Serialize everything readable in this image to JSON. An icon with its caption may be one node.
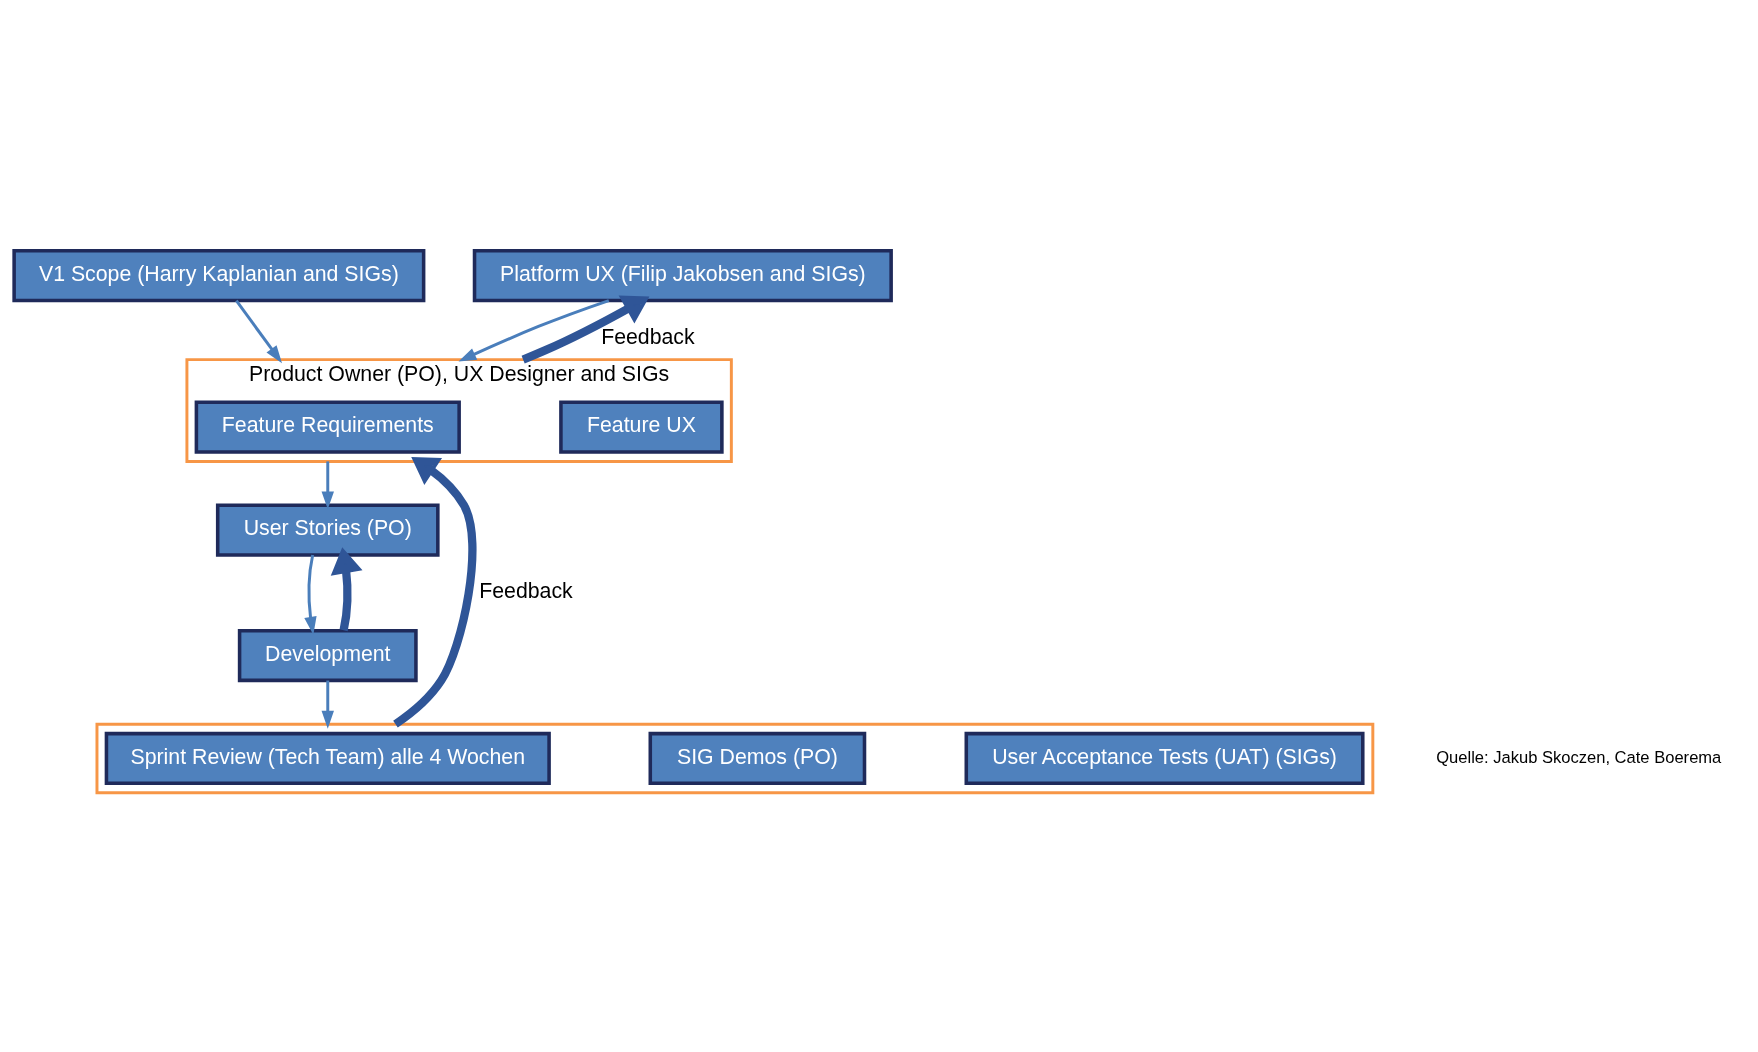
{
  "diagram": {
    "nodes": [
      {
        "text": [
          "V1 Scope (Harry Kaplanian and SIGs)"
        ]
      },
      {
        "text": [
          "Platform UX (Filip Jakobsen and SIGs)"
        ]
      },
      {
        "text": [
          "Product Owner (PO), UX Designer and SIGs"
        ]
      },
      {
        "text": [
          "Feature Requirements"
        ],
        "in": 2
      },
      {
        "text": [
          "Feature UX"
        ],
        "in": 2
      },
      {
        "text": [
          "User Stories (PO)"
        ]
      },
      {
        "text": [
          "Development"
        ]
      },
      {
        "text": [],
        "shape": "box"
      },
      {
        "text": [
          "Sprint Review (Tech Team) alle 4 Wochen"
        ],
        "in": 7
      },
      {
        "text": [
          "SIG Demos (PO)"
        ],
        "in": 7
      },
      {
        "text": [
          "User Acceptance Tests (UAT) (SIGs)"
        ],
        "in": 7
      }
    ],
    "edges": [
      {
        "from": 0,
        "to": 2,
        "arrow": "to"
      },
      {
        "from": 1,
        "to": 2,
        "arrow": "to"
      },
      {
        "from": 2,
        "to": 5,
        "arrow": "to"
      },
      {
        "from": 5,
        "to": 6,
        "arrow": "to"
      },
      {
        "from": 6,
        "to": 7,
        "arrow": "to"
      },
      {
        "from": 2,
        "to": 1,
        "arrow": "to",
        "label": "Feedback",
        "style": "thick",
        "color": "#2f5597"
      },
      {
        "from": 6,
        "to": 5,
        "arrow": "to",
        "style": "thick",
        "color": "#2f5597"
      },
      {
        "from": 7,
        "to": 2,
        "arrow": "to",
        "label": "Feedback",
        "style": "thick",
        "color": "#2f5597"
      }
    ],
    "labels": [
      "Quelle: Jakub Skoczen, Cate Boerema"
    ]
  }
}
